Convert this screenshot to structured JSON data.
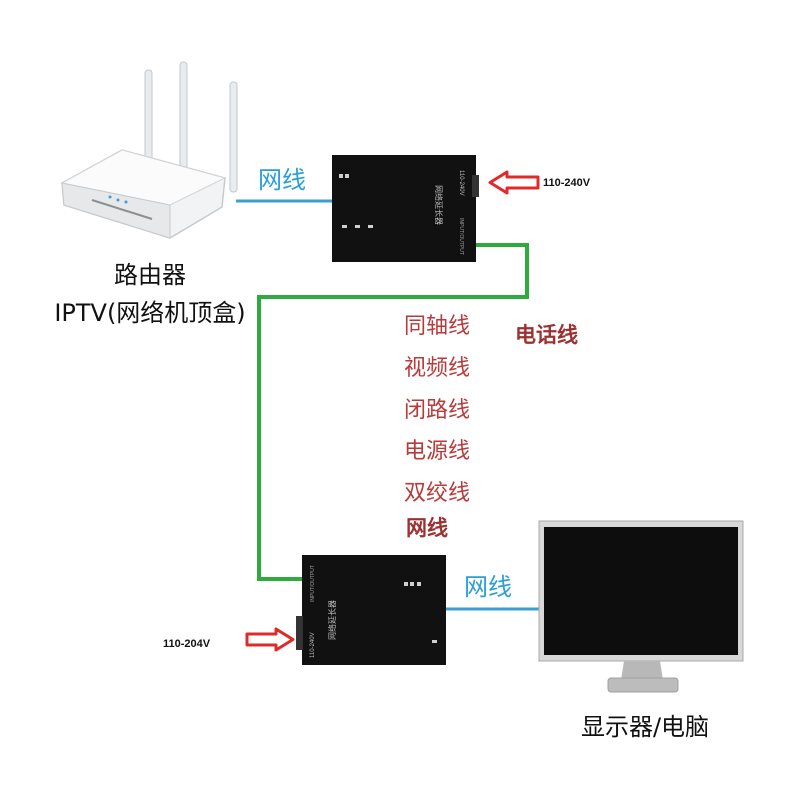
{
  "colors": {
    "blue_line": "#3a9fd2",
    "green_line": "#2eab3c",
    "arrow_red": "#e02a2a",
    "cable_text": "#b83a3a",
    "phone_text": "#9c3131",
    "network_text": "#2a9fd6",
    "device_body": "#111111"
  },
  "router": {
    "label_line1": "路由器",
    "label_line2": "IPTV(网络机顶盒)"
  },
  "top_link": {
    "label": "网线"
  },
  "top_extender": {
    "voltage": "110-240V",
    "side_text": "110-240V",
    "title": "网络延长器",
    "port_text": "INPUT/OUTPUT"
  },
  "cables": {
    "items": [
      "同轴线",
      "视频线",
      "闭路线",
      "电源线",
      "双绞线"
    ],
    "phone": "电话线",
    "network": "网线"
  },
  "bottom_extender": {
    "voltage": "110-204V",
    "side_text": "110-240V",
    "title": "网络延长器",
    "port_text": "INPUT/OUTPUT"
  },
  "bottom_link": {
    "label": "网线"
  },
  "monitor": {
    "label": "显示器/电脑"
  }
}
